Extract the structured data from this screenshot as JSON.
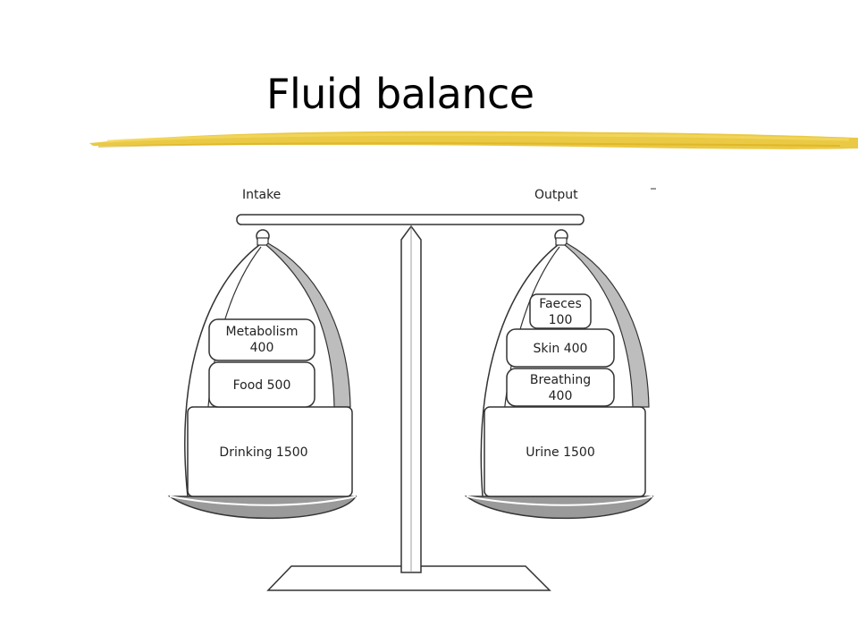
{
  "slide": {
    "title": "Fluid balance"
  },
  "colors": {
    "accent_brush": "#e8c22a",
    "pan": "#9a9a9a",
    "outline": "#333333"
  },
  "scale": {
    "left_label": "Intake",
    "right_label": "Output",
    "left_items": [
      {
        "id": "metabolism",
        "lines": [
          "Metabolism",
          "400"
        ]
      },
      {
        "id": "food",
        "lines": [
          "Food 500"
        ]
      },
      {
        "id": "drinking",
        "lines": [
          "Drinking 1500"
        ]
      }
    ],
    "right_items": [
      {
        "id": "faeces",
        "lines": [
          "Faeces",
          "100"
        ]
      },
      {
        "id": "skin",
        "lines": [
          "Skin 400"
        ]
      },
      {
        "id": "breathing",
        "lines": [
          "Breathing",
          "400"
        ]
      },
      {
        "id": "urine",
        "lines": [
          "Urine 1500"
        ]
      }
    ]
  }
}
